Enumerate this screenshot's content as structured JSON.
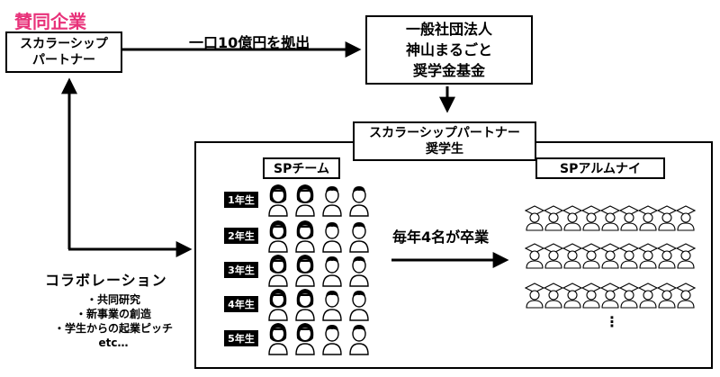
{
  "sponsor": {
    "tag": "賛同企業",
    "line1": "スカラーシップ",
    "line2": "パートナー"
  },
  "investment_label": "一口10億円を拠出",
  "foundation": {
    "line1": "一般社団法人",
    "line2": "神山まるごと",
    "line3": "奨学金基金"
  },
  "student_box": {
    "line1": "スカラーシップパートナー",
    "line2": "奨学生"
  },
  "sp_team": {
    "title": "SPチーム"
  },
  "alumni": {
    "title": "SPアルムナイ"
  },
  "years": [
    "1年生",
    "2年生",
    "3年生",
    "4年生",
    "5年生"
  ],
  "graduation_label": "毎年4名が卒業",
  "collaboration": {
    "title": "コラボレーション",
    "items": [
      "・共同研究",
      "・新事業の創造",
      "・学生からの起業ピッチ",
      "etc…"
    ]
  },
  "more_indicator": "⋮",
  "icons": {
    "student_figure": "student-person-icon",
    "graduate_figure": "graduate-cap-person-icon"
  },
  "colors": {
    "tag": "#e8327a",
    "line": "#000000",
    "year_badge_bg": "#000000",
    "year_badge_text": "#ffffff"
  }
}
